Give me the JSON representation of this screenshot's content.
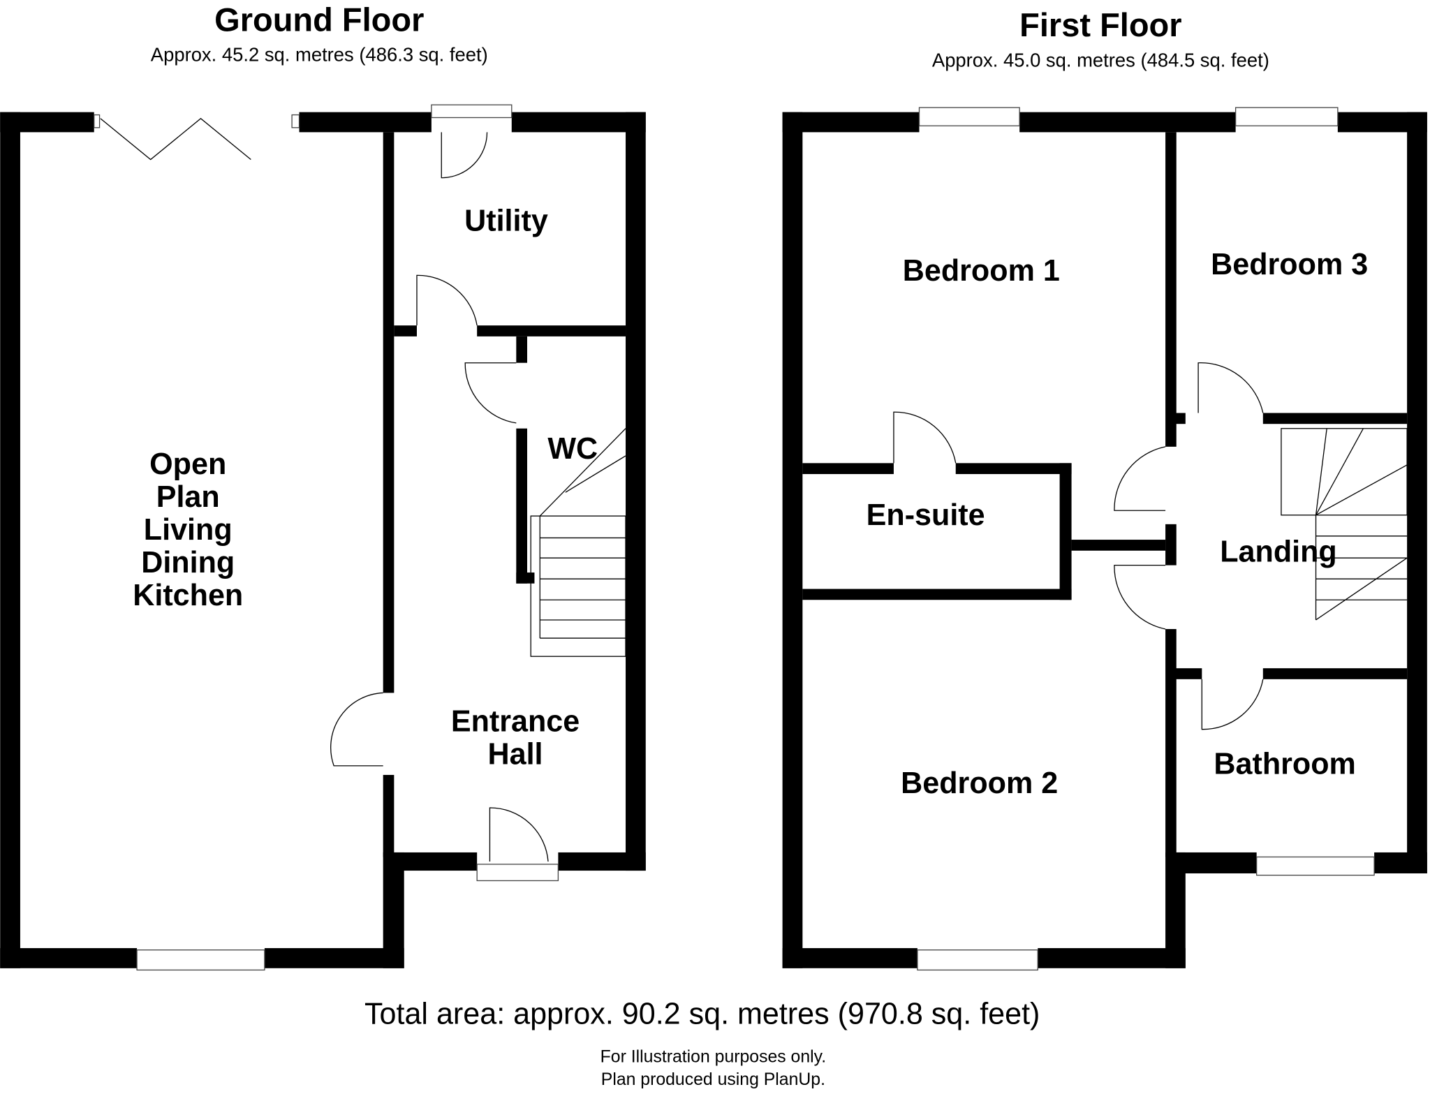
{
  "ground_floor": {
    "title": "Ground Floor",
    "area": "Approx. 45.2 sq. metres (486.3 sq. feet)",
    "rooms": {
      "living": [
        "Open",
        "Plan",
        "Living",
        "Dining",
        "Kitchen"
      ],
      "utility": "Utility",
      "wc": "WC",
      "hall": [
        "Entrance",
        "Hall"
      ]
    }
  },
  "first_floor": {
    "title": "First Floor",
    "area": "Approx. 45.0 sq. metres (484.5 sq. feet)",
    "rooms": {
      "bedroom1": "Bedroom 1",
      "bedroom2": "Bedroom 2",
      "bedroom3": "Bedroom 3",
      "ensuite": "En-suite",
      "landing": "Landing",
      "bathroom": "Bathroom"
    }
  },
  "footer": {
    "total": "Total area: approx. 90.2 sq. metres (970.8 sq. feet)",
    "disclaimer1": "For Illustration purposes only.",
    "disclaimer2": "Plan produced using PlanUp."
  }
}
